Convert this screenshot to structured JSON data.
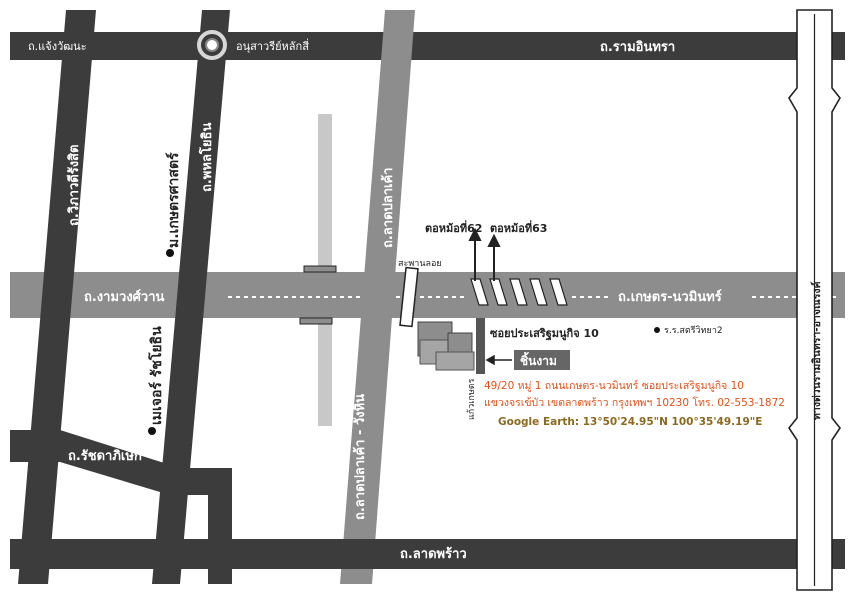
{
  "roads": {
    "ngam_wong_wan": "ถ.งามวงศ์วาน",
    "kaset_nawamin": "ถ.เกษตร-นวมินทร์",
    "chaeng_watthana": "ถ.แจ้งวัฒนะ",
    "ram_inthra": "ถ.รามอินทรา",
    "lat_phrao": "ถ.ลาดพร้าว",
    "ratchadaphisek": "ถ.รัชดาภิเษก",
    "vibhavadi": "ถ.วิภาวดีรังสิต",
    "phahonyothin": "ถ.พหลโยธิน",
    "lat_pla_khao": "ถ.ลาดปลาเค้า",
    "lat_pla_khao_wang_hin": "ถ.ลาดปลาเค้า - วังหิน",
    "expressway": "ทางด่วนรามอินทรา-อาจณรงค์"
  },
  "landmarks": {
    "monument": "อนุสาวรีย์หลักสี่",
    "kasetsart_university": "ม.เกษตรศาสตร์",
    "major_ratchayothin": "เมเจอร์ รัชโยธิน",
    "footbridge": "สะพานลอย",
    "uturn_62": "ตอหม้อที่62",
    "uturn_63": "ตอหม้อที่63",
    "soi": "ซอยประเสริฐมนูกิจ 10",
    "school": "ร.ร.สตรีวิทยา2",
    "destination": "ชิ้นงาม",
    "side_lane": "แก้วเกษตร"
  },
  "address": {
    "line1": "49/20 หมู่ 1 ถนนเกษตร-นวมินทร์ ซอยประเสริฐมนูกิจ 10",
    "line2": "แขวงจรเข้บัว เขตลาดพร้าว กรุงเทพฯ 10230 โทร. 02-553-1872",
    "google_earth": "Google Earth:  13°50'24.95\"N    100°35'49.19\"E"
  },
  "colors": {
    "major_road": "#3c3c3c",
    "secondary_road": "#8d8d8d",
    "minor_road": "#c8c8c8",
    "address_text": "#e0521a",
    "geo_text": "#8b6a1e"
  },
  "icons": [
    "circle-monument-icon",
    "dot-marker-icon",
    "arrow-left-icon",
    "arrow-up-icon"
  ]
}
